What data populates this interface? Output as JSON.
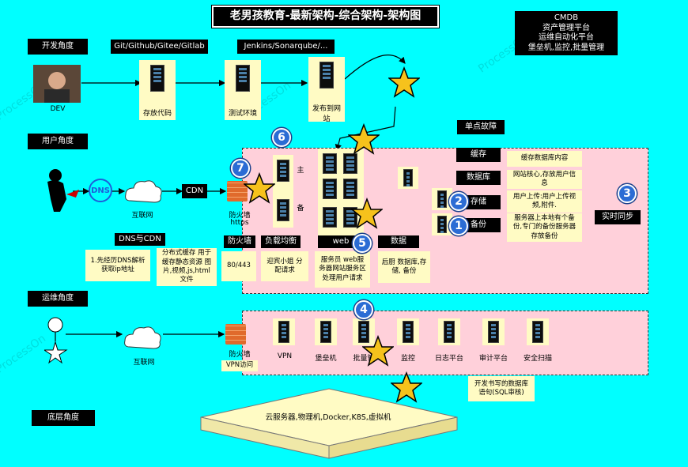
{
  "title": "老男孩教育-最新架构-综合架构-架构图",
  "cmdb": {
    "line1": "CMDB",
    "line2": "资产管理平台",
    "line3": "运维自动化平台",
    "line4": "堡垒机,监控,批量管理"
  },
  "dev": {
    "section": "开发角度",
    "person": "DEV",
    "git_label": "Git/Github/Gitee/Gitlab",
    "jenkins_label": "Jenkins/Sonarqube/...",
    "store": "存放代码",
    "test": "测试环境",
    "publish": "发布到网站"
  },
  "user": {
    "section": "用户角度",
    "internet": "互联网",
    "cdn": "CDN",
    "firewall": "防火墙",
    "https": "https",
    "master": "主",
    "backup": "备"
  },
  "single_point": "单点故障",
  "services": {
    "cache": "缓存",
    "cache_note": "缓存数据库内容",
    "db": "数据库",
    "db_note": "网站核心,存放用户信息",
    "storage": "存储",
    "storage_note": "用户上传:用户上传视频,附件.",
    "backup": "备份",
    "backup_note": "服务器上本地有个备份,专门的备份服务器存放备份",
    "realtime": "实时同步"
  },
  "dns": {
    "dns_cdn": "DNS与CDN",
    "dns_note": "1.先经历DNS解析获取ip地址",
    "cdn_note": "分布式缓存 用于缓存静态资源 图片,视频,js,html 文件"
  },
  "layers": {
    "fw": "防火墙",
    "fw_note": "80/443",
    "lb": "负载均衡",
    "lb_note": "迎宾小姐 分配请求",
    "web": "web",
    "web_note": "服务员 web服务器网站服务区 处理用户请求",
    "data": "数据",
    "data_note": "后厨 数据库,存储, 备份"
  },
  "ops": {
    "section": "运维角度",
    "internet": "互联网",
    "firewall": "防火墙",
    "vpn_access": "VPN访问",
    "items": [
      "VPN",
      "堡垒机",
      "批量管",
      "监控",
      "日志平台",
      "审计平台",
      "安全扫描"
    ],
    "sql_note": "开发书写的数据库语句(SQL审核)"
  },
  "base": {
    "section": "底层角度",
    "text": "云服务器,物理机,Docker,K8S,虚拟机"
  },
  "nums": [
    "1",
    "2",
    "3",
    "4",
    "5",
    "6",
    "7"
  ],
  "colors": {
    "bg": "#00ffff",
    "zone": "#ffd0da",
    "note": "#fffbc4",
    "star": "#f6c21c",
    "badge": "#2b6cd4"
  }
}
